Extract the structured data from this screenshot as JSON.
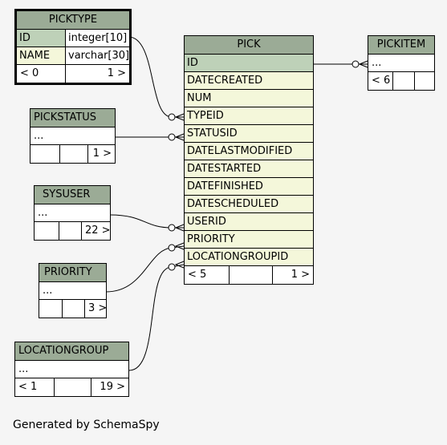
{
  "diagram": {
    "credit": "Generated by SchemaSpy",
    "tables": {
      "picktype": {
        "title": "PICKTYPE",
        "columns": [
          {
            "name": "ID",
            "type": "integer[10]",
            "primary_key": true
          },
          {
            "name": "NAME",
            "type": "varchar[30]",
            "primary_key": false
          }
        ],
        "footer": {
          "parents": "< 0",
          "children": "1 >"
        }
      },
      "pick": {
        "title": "PICK",
        "columns": [
          {
            "name": "ID",
            "primary_key": true
          },
          {
            "name": "DATECREATED"
          },
          {
            "name": "NUM"
          },
          {
            "name": "TYPEID"
          },
          {
            "name": "STATUSID"
          },
          {
            "name": "DATELASTMODIFIED"
          },
          {
            "name": "DATESTARTED"
          },
          {
            "name": "DATEFINISHED"
          },
          {
            "name": "DATESCHEDULED"
          },
          {
            "name": "USERID"
          },
          {
            "name": "PRIORITY"
          },
          {
            "name": "LOCATIONGROUPID"
          }
        ],
        "footer": {
          "parents": "< 5",
          "rows": "",
          "children": "1 >"
        }
      },
      "pickitem": {
        "title": "PICKITEM",
        "body": "...",
        "footer": {
          "parents": "< 6",
          "rows": "",
          "children": ""
        }
      },
      "pickstatus": {
        "title": "PICKSTATUS",
        "body": "...",
        "footer": {
          "parents": "",
          "rows": "",
          "children": "1 >"
        }
      },
      "sysuser": {
        "title": "SYSUSER",
        "body": "...",
        "footer": {
          "parents": "",
          "rows": "",
          "children": "22 >"
        }
      },
      "priority": {
        "title": "PRIORITY",
        "body": "...",
        "footer": {
          "parents": "",
          "rows": "",
          "children": "3 >"
        }
      },
      "locationgroup": {
        "title": "LOCATIONGROUP",
        "body": "...",
        "footer": {
          "parents": "< 1",
          "rows": "",
          "children": "19 >"
        }
      }
    },
    "relationships": [
      {
        "from": "picktype.ID",
        "to": "pick.TYPEID"
      },
      {
        "from": "pickstatus",
        "to": "pick.STATUSID"
      },
      {
        "from": "sysuser",
        "to": "pick.USERID"
      },
      {
        "from": "priority",
        "to": "pick.PRIORITY"
      },
      {
        "from": "locationgroup",
        "to": "pick.LOCATIONGROUPID"
      },
      {
        "from": "pick.ID",
        "to": "pickitem"
      }
    ]
  }
}
